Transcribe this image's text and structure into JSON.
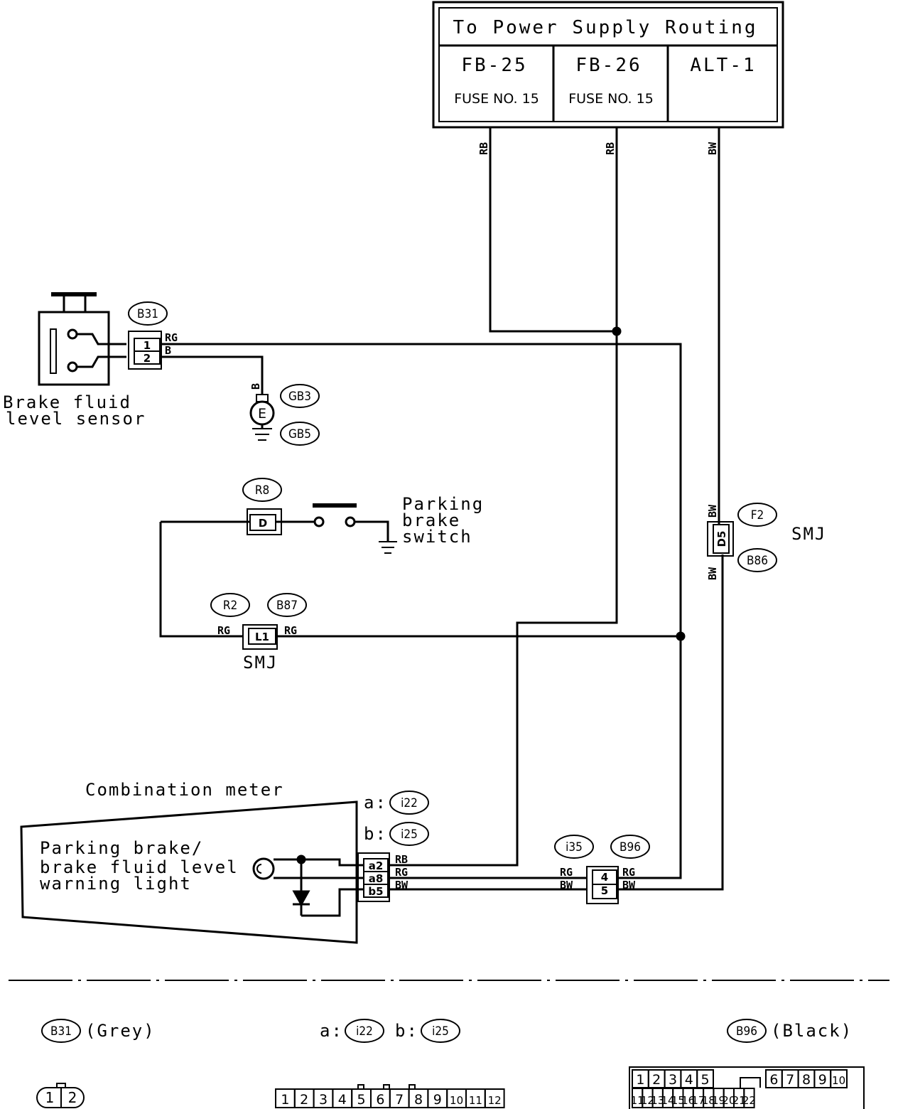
{
  "power_box": {
    "title": "To Power Supply Routing",
    "cells": [
      {
        "name": "FB-25",
        "sub": "FUSE NO. 15"
      },
      {
        "name": "FB-26",
        "sub": "FUSE NO. 15"
      },
      {
        "name": "ALT-1",
        "sub": ""
      }
    ]
  },
  "wire_colors": {
    "rb": "RB",
    "bw": "BW",
    "rg": "RG",
    "b": "B"
  },
  "brake_sensor": {
    "label_line1": "Brake fluid",
    "label_line2": "level sensor",
    "connector": "B31",
    "pins": [
      "1",
      "2"
    ]
  },
  "ground": {
    "symbol": "E",
    "tags": [
      "GB3",
      "GB5"
    ]
  },
  "parking_switch": {
    "label_line1": "Parking",
    "label_line2": "brake",
    "label_line3": "switch",
    "connector": "R8",
    "pin": "D"
  },
  "smj_right": {
    "tags": [
      "F2",
      "B86"
    ],
    "pin": "D5",
    "label": "SMJ"
  },
  "smj_left": {
    "tags": [
      "R2",
      "B87"
    ],
    "pin": "L1",
    "label": "SMJ"
  },
  "meter": {
    "title": "Combination meter",
    "lamp_line1": "Parking brake/",
    "lamp_line2": "brake fluid level",
    "lamp_line3": "warning light",
    "conn_a_prefix": "a:",
    "conn_a": "i22",
    "conn_b_prefix": "b:",
    "conn_b": "i25",
    "pins": [
      "a2",
      "a8",
      "b5"
    ]
  },
  "joint": {
    "tags": [
      "i35",
      "B96"
    ],
    "pins": [
      "4",
      "5"
    ]
  },
  "legend": {
    "b31_tag": "B31",
    "b31_color": "(Grey)",
    "a_prefix": "a:",
    "a_tag": "i22",
    "b_prefix": "b:",
    "b_tag": "i25",
    "b96_tag": "B96",
    "b96_color": "(Black)",
    "b31_pins": [
      "1",
      "2"
    ],
    "i22_pins": [
      "1",
      "2",
      "3",
      "4",
      "5",
      "6",
      "7",
      "8",
      "9",
      "10",
      "11",
      "12"
    ],
    "b96_row1": [
      "1",
      "2",
      "3",
      "4",
      "5",
      "6",
      "7",
      "8",
      "9",
      "10"
    ],
    "b96_row2": [
      "11",
      "12",
      "13",
      "14",
      "15",
      "16",
      "17",
      "18",
      "19",
      "20",
      "21",
      "22"
    ]
  }
}
